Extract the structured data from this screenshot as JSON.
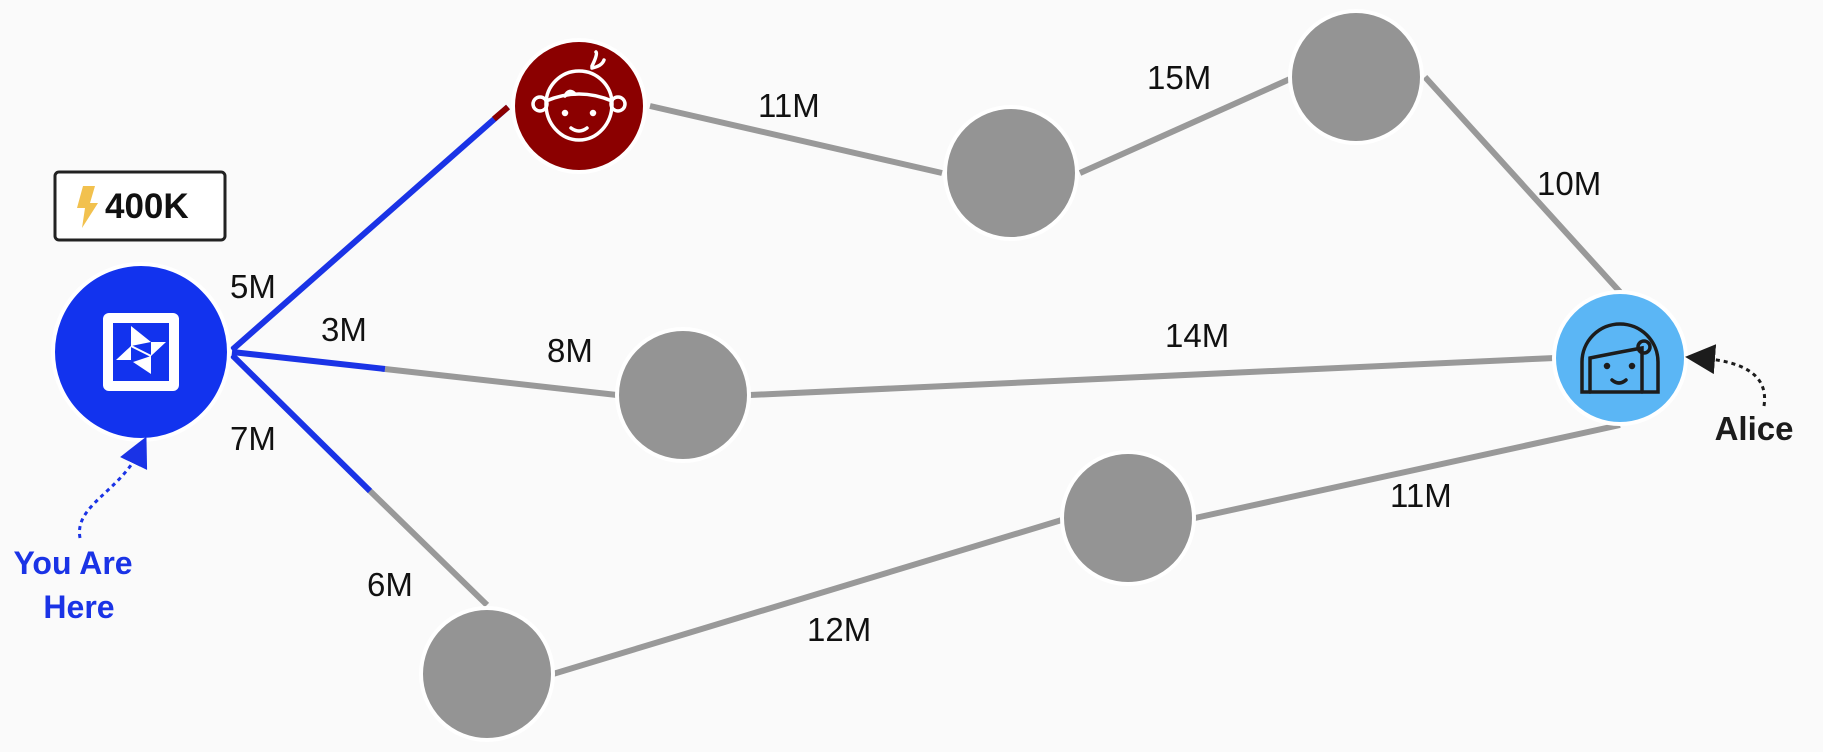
{
  "balance": {
    "amount": "400K",
    "icon": "lightning-bolt-icon",
    "icon_color": "#f2c14e"
  },
  "you_are_here": {
    "line1": "You Are",
    "line2": "Here",
    "color": "#1a33e6"
  },
  "alice": {
    "label": "Alice"
  },
  "colors": {
    "active_path": "#1a33e6",
    "inactive_path": "#999999",
    "node_grey": "#949494",
    "you_node": "#1233ee",
    "red_node": "#8b0000",
    "alice_node": "#5bb6f5"
  },
  "nodes": [
    {
      "id": "you",
      "kind": "you",
      "icon": "nodes-logo-icon"
    },
    {
      "id": "red",
      "kind": "avatar",
      "icon": "boy-face-icon"
    },
    {
      "id": "g1",
      "kind": "grey"
    },
    {
      "id": "g2",
      "kind": "grey"
    },
    {
      "id": "alice",
      "kind": "target",
      "icon": "girl-face-icon"
    },
    {
      "id": "g3",
      "kind": "grey"
    },
    {
      "id": "g4",
      "kind": "grey"
    },
    {
      "id": "g5",
      "kind": "grey"
    }
  ],
  "edges": [
    {
      "from": "you",
      "to": "red",
      "label": "5M",
      "active": 1.0
    },
    {
      "from": "red",
      "to": "g1",
      "label": "11M",
      "active": 0
    },
    {
      "from": "g1",
      "to": "g2",
      "label": "15M",
      "active": 0
    },
    {
      "from": "g2",
      "to": "alice",
      "label": "10M",
      "active": 0
    },
    {
      "from": "you",
      "to": "g3",
      "label": "3M",
      "active": 0.39
    },
    {
      "from": "g3",
      "to": "alice",
      "label": "14M",
      "active": 0
    },
    {
      "from": "you",
      "to": "g5",
      "label": "7M",
      "active": 0.47
    },
    {
      "from": "g5",
      "to": "g4",
      "label": "12M",
      "active": 0
    },
    {
      "from": "g4",
      "to": "alice",
      "label": "11M",
      "active": 0
    }
  ],
  "extra_labels": [
    "8M",
    "6M"
  ]
}
